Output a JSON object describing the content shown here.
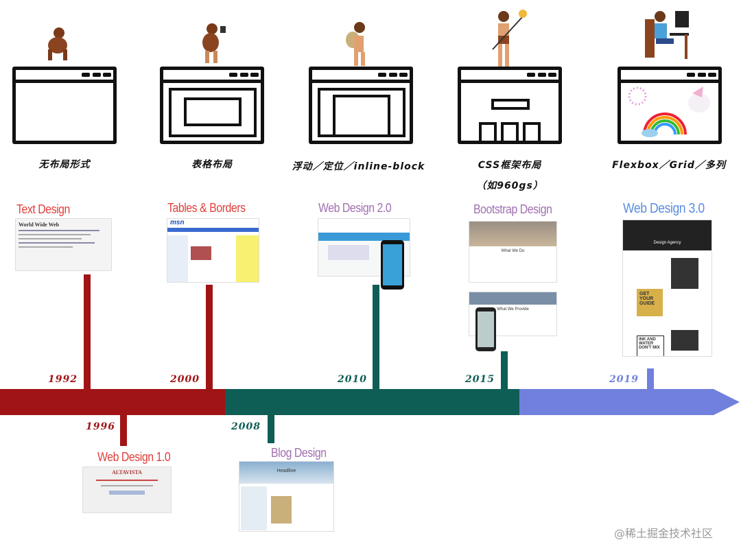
{
  "colors": {
    "red": "#a01416",
    "green": "#0e5e55",
    "blue": "#7080dc",
    "label_red": "#e0403c",
    "label_purple": "#a070b0",
    "label_blue": "#5b8de0"
  },
  "layouts": [
    {
      "label": "无布局形式"
    },
    {
      "label": "表格布局"
    },
    {
      "label": "浮动／定位／inline-block"
    },
    {
      "label": "CSS框架布局",
      "sub": "（如960gs）"
    },
    {
      "label": "Flexbox／Grid／多列"
    }
  ],
  "designs": {
    "text": "Text Design",
    "tables": "Tables & Borders",
    "web2": "Web Design 2.0",
    "bootstrap": "Bootstrap Design",
    "web3": "Web Design 3.0",
    "web1": "Web Design 1.0",
    "blog": "Blog Design"
  },
  "years": {
    "y1992": "1992",
    "y1996": "1996",
    "y2000": "2000",
    "y2008": "2008",
    "y2010": "2010",
    "y2015": "2015",
    "y2019": "2019"
  },
  "thumb_text": {
    "www": "World Wide Web",
    "msn": "msn",
    "whatwedo": "What We Do",
    "whatweprovide": "What We Provide",
    "agency": "Design Agency",
    "guide": "GET YOUR GUIDE",
    "ink": "INK AND WATER DON'T MIX",
    "headline": "Headline",
    "altavista": "ALTAVISTA"
  },
  "watermark": "@稀土掘金技术社区"
}
